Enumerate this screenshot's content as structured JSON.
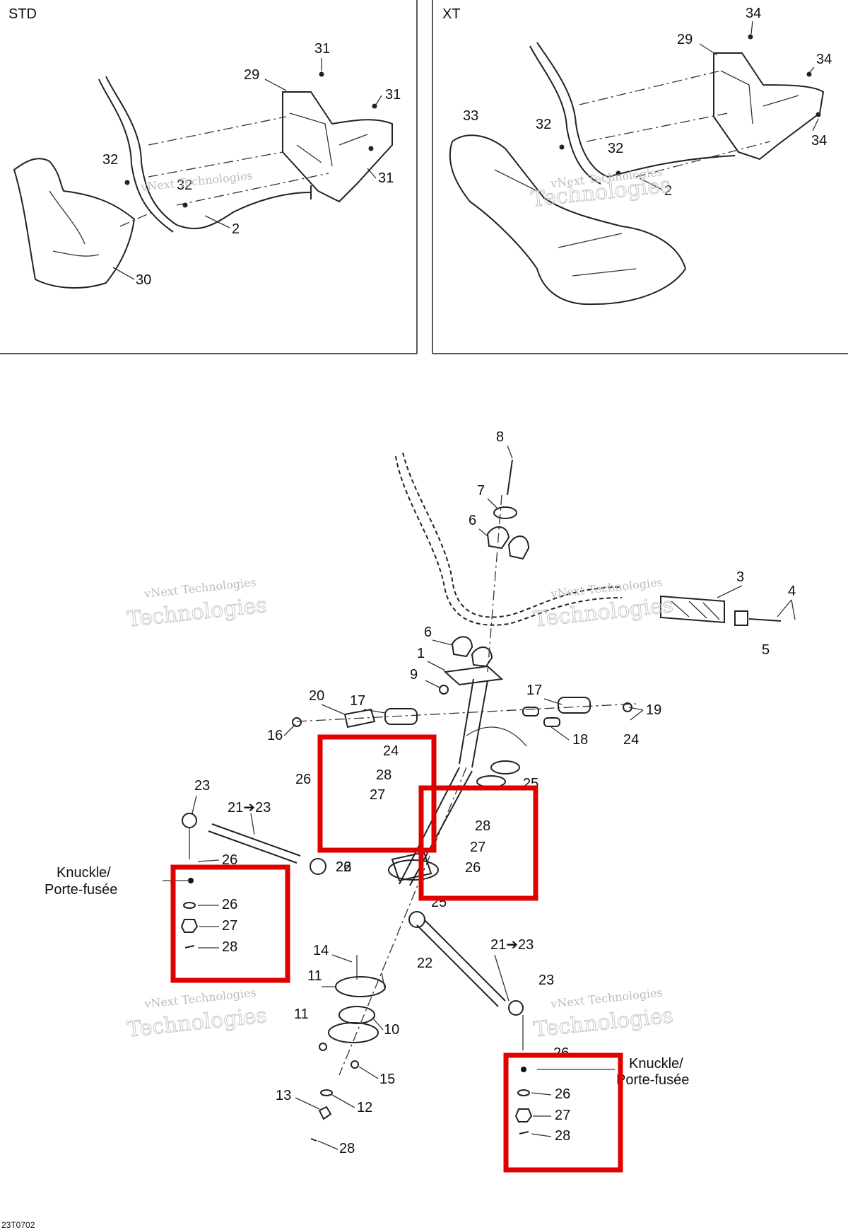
{
  "panels": {
    "std": {
      "title": "STD"
    },
    "xt": {
      "title": "XT"
    }
  },
  "callouts": {
    "std": [
      "31",
      "29",
      "31",
      "32",
      "31",
      "32",
      "2",
      "30"
    ],
    "xt": [
      "34",
      "29",
      "34",
      "33",
      "32",
      "32",
      "2",
      "34"
    ],
    "main": [
      "8",
      "7",
      "6",
      "3",
      "4",
      "5",
      "6",
      "1",
      "9",
      "20",
      "17",
      "17",
      "19",
      "16",
      "24",
      "18",
      "24",
      "28",
      "26",
      "27",
      "25",
      "28",
      "27",
      "26",
      "25",
      "23",
      "21➔23",
      "26",
      "26",
      "22",
      "26",
      "27",
      "28",
      "14",
      "11",
      "22",
      "21➔23",
      "23",
      "11",
      "10",
      "15",
      "13",
      "12",
      "28",
      "26",
      "26",
      "27",
      "28"
    ]
  },
  "knuckle_label": {
    "line1": "Knuckle/",
    "line2": "Porte-fusée"
  },
  "watermark": {
    "line1": "vNext Technologies",
    "line2": "Technologies",
    "line3": "vNext"
  },
  "figure_code": "23T0702",
  "colors": {
    "highlight": "#e00000",
    "line": "#222222",
    "watermark": "#bdbdbd"
  }
}
